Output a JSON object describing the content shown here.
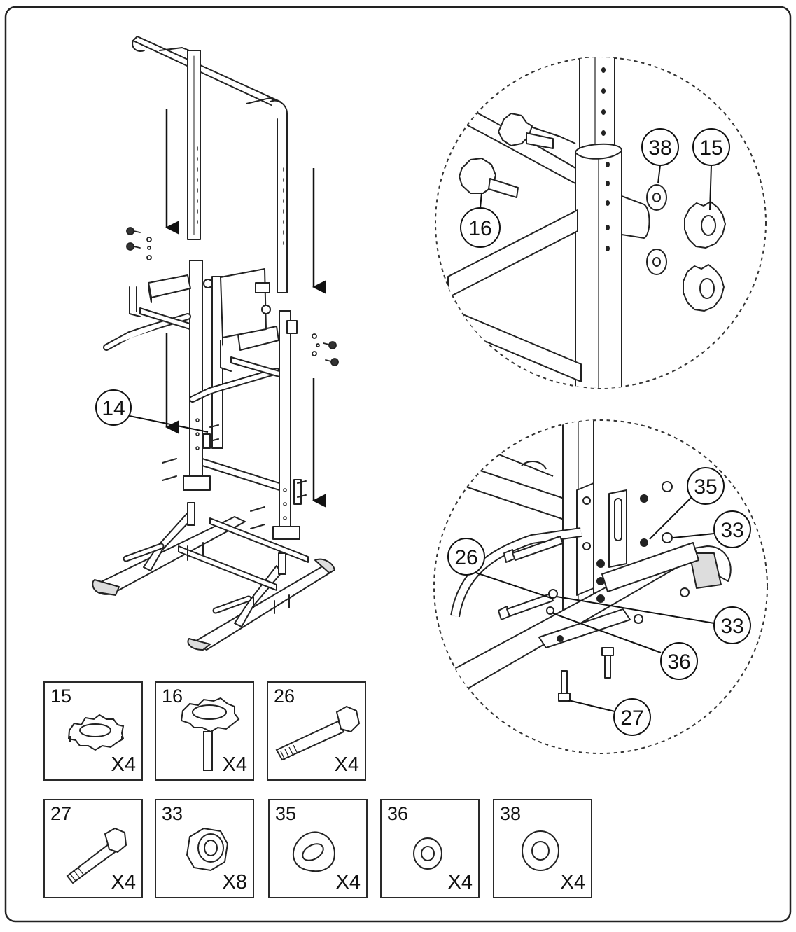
{
  "callouts": {
    "main": "14",
    "top_detail": [
      "38",
      "15",
      "16"
    ],
    "bottom_detail": [
      "35",
      "33",
      "26",
      "33",
      "36",
      "27"
    ]
  },
  "parts": [
    {
      "num": "15",
      "qty": "X4",
      "icon": "star-knob-nut-icon"
    },
    {
      "num": "16",
      "qty": "X4",
      "icon": "star-knob-bolt-icon"
    },
    {
      "num": "26",
      "qty": "X4",
      "icon": "long-hex-bolt-icon"
    },
    {
      "num": "27",
      "qty": "X4",
      "icon": "short-hex-bolt-icon"
    },
    {
      "num": "33",
      "qty": "X8",
      "icon": "hex-nut-icon"
    },
    {
      "num": "35",
      "qty": "X4",
      "icon": "curved-washer-icon"
    },
    {
      "num": "36",
      "qty": "X4",
      "icon": "small-washer-icon"
    },
    {
      "num": "38",
      "qty": "X4",
      "icon": "large-washer-icon"
    }
  ]
}
